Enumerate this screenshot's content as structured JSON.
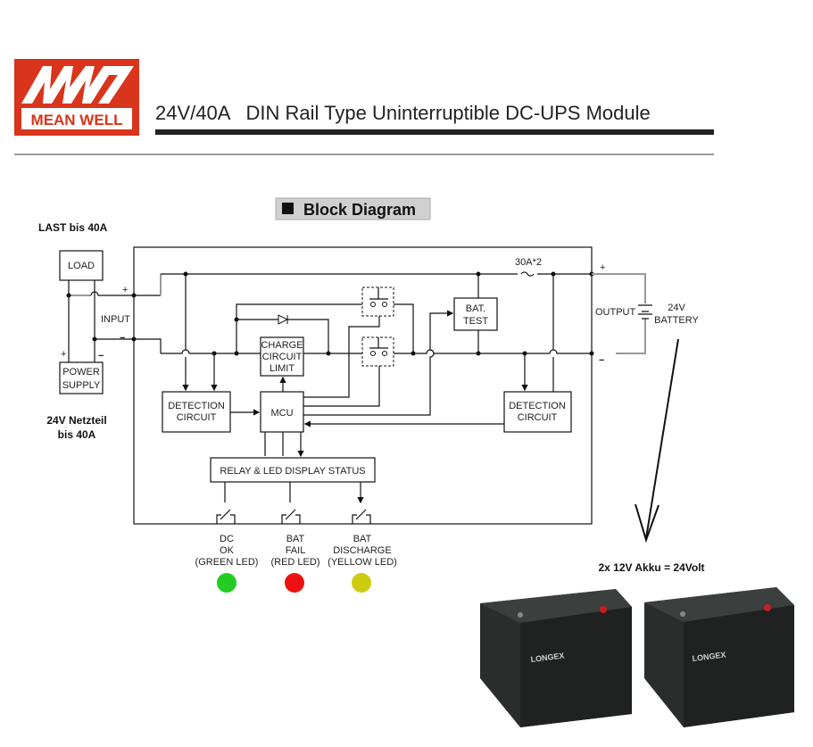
{
  "header": {
    "logo_text": "MEAN WELL",
    "logo_mark": "MW",
    "title": "24V/40A   DIN Rail Type Uninterruptible DC-UPS Module",
    "brand_color": "#d9341c"
  },
  "section": {
    "title": "Block Diagram"
  },
  "annotations": {
    "load_note": "LAST bis 40A",
    "supply_note_1": "24V Netzteil",
    "supply_note_2": "bis 40A",
    "battery_note": "2x 12V Akku = 24Volt"
  },
  "diagram": {
    "load": "LOAD",
    "power_supply_1": "POWER",
    "power_supply_2": "SUPPLY",
    "input": "INPUT",
    "plus": "+",
    "minus": "−",
    "fuse": "30A*2",
    "output": "OUTPUT",
    "battery_1": "24V",
    "battery_2": "BATTERY",
    "detection_1": "DETECTION",
    "detection_2": "CIRCUIT",
    "mcu": "MCU",
    "charge_1": "CHARGE",
    "charge_2": "CIRCUIT",
    "charge_3": "LIMIT",
    "bat_test_1": "BAT.",
    "bat_test_2": "TEST",
    "relay": "RELAY & LED DISPLAY STATUS"
  },
  "leds": [
    {
      "lines": [
        "DC",
        "OK",
        "(GREEN LED)"
      ],
      "color": "#22cc22"
    },
    {
      "lines": [
        "BAT",
        "FAIL",
        "(RED LED)"
      ],
      "color": "#ee1111"
    },
    {
      "lines": [
        "BAT",
        "DISCHARGE",
        "(YELLOW LED)"
      ],
      "color": "#cccc11"
    }
  ],
  "battery_photo": {
    "brand": "LONGEX",
    "count": 2
  }
}
